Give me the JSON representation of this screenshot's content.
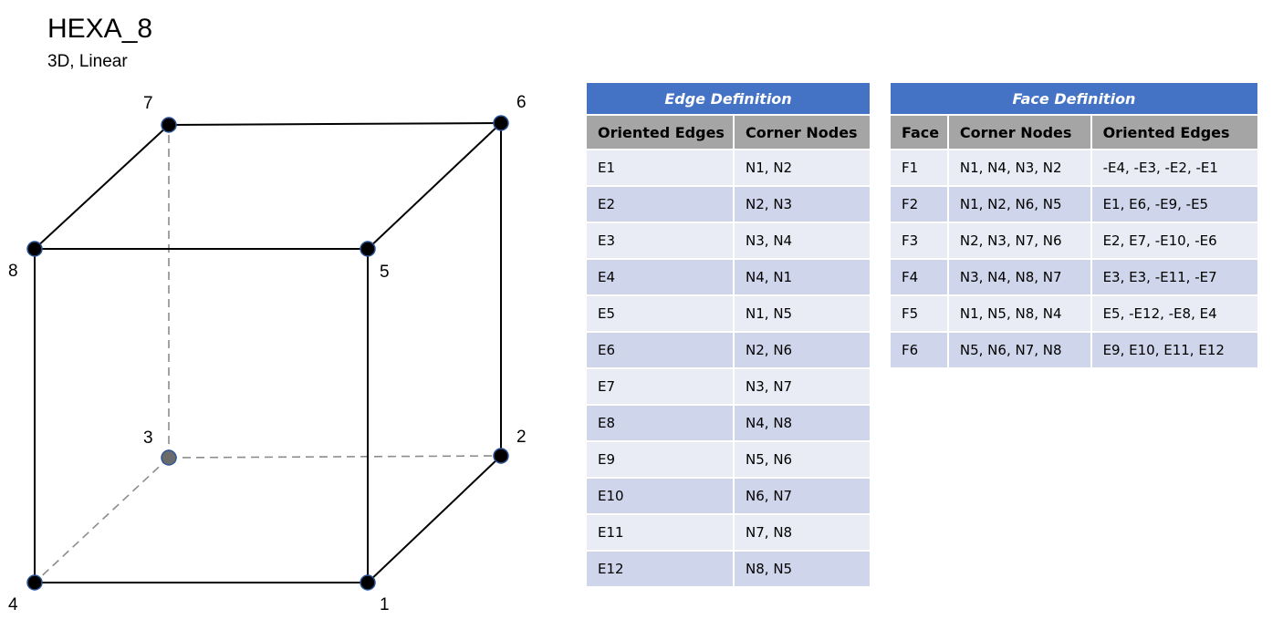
{
  "title": "HEXA_8",
  "subtitle": "3D, Linear",
  "node_labels": {
    "n1": "1",
    "n2": "2",
    "n3": "3",
    "n4": "4",
    "n5": "5",
    "n6": "6",
    "n7": "7",
    "n8": "8"
  },
  "edge_table": {
    "title": "Edge Definition",
    "headers": [
      "Oriented Edges",
      "Corner Nodes"
    ],
    "rows": [
      [
        "E1",
        "N1, N2"
      ],
      [
        "E2",
        "N2, N3"
      ],
      [
        "E3",
        "N3, N4"
      ],
      [
        "E4",
        "N4, N1"
      ],
      [
        "E5",
        "N1, N5"
      ],
      [
        "E6",
        "N2, N6"
      ],
      [
        "E7",
        "N3, N7"
      ],
      [
        "E8",
        "N4, N8"
      ],
      [
        "E9",
        "N5, N6"
      ],
      [
        "E10",
        "N6, N7"
      ],
      [
        "E11",
        "N7, N8"
      ],
      [
        "E12",
        "N8, N5"
      ]
    ]
  },
  "face_table": {
    "title": "Face Definition",
    "headers": [
      "Face",
      "Corner Nodes",
      "Oriented Edges"
    ],
    "rows": [
      [
        "F1",
        "N1, N4, N3, N2",
        "-E4, -E3, -E2, -E1"
      ],
      [
        "F2",
        "N1, N2, N6, N5",
        "E1, E6, -E9, -E5"
      ],
      [
        "F3",
        "N2, N3, N7, N6",
        "E2, E7, -E10, -E6"
      ],
      [
        "F4",
        "N3, N4, N8, N7",
        "E3, E3, -E11, -E7"
      ],
      [
        "F5",
        "N1, N5, N8, N4",
        "E5, -E12, -E8, E4"
      ],
      [
        "F6",
        "N5, N6, N7, N8",
        "E9, E10, E11, E12"
      ]
    ]
  },
  "colors": {
    "banner": "#4472c4",
    "header": "#a5a5a5",
    "row_light": "#e9ebf5",
    "row_dark": "#cfd5ea",
    "node_fill": "#000000",
    "hidden_node_fill": "#6b6b6b",
    "node_outline": "#2f5597",
    "hidden_edge": "#8c8c8c"
  }
}
